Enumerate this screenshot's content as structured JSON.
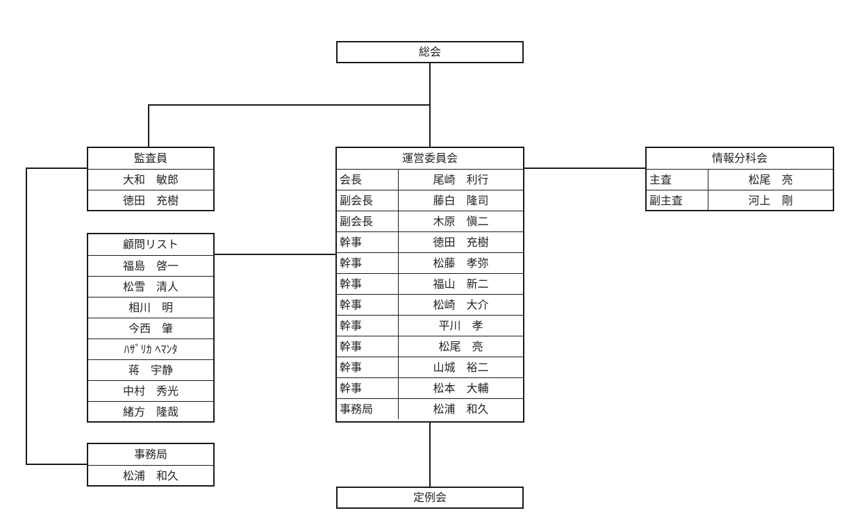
{
  "general_assembly": {
    "title": "総会"
  },
  "auditor": {
    "title": "監査員",
    "members": [
      "大和　敏郎",
      "徳田　充樹"
    ]
  },
  "advisors": {
    "title": "顧問リスト",
    "members": [
      "福島　啓一",
      "松雪　清人",
      "相川　明",
      "今西　肇",
      "ﾊｻﾞﾘｶ ﾍﾏﾝﾀ",
      "蒋　宇静",
      "中村　秀光",
      "緒方　隆哉"
    ]
  },
  "secretariat_left": {
    "title": "事務局",
    "members": [
      "松浦　和久"
    ]
  },
  "steering_committee": {
    "title": "運営委員会",
    "rows": [
      {
        "role": "会長",
        "name": "尾崎　利行"
      },
      {
        "role": "副会長",
        "name": "藤白　隆司"
      },
      {
        "role": "副会長",
        "name": "木原　愼二"
      },
      {
        "role": "幹事",
        "name": "徳田　充樹"
      },
      {
        "role": "幹事",
        "name": "松藤　孝弥"
      },
      {
        "role": "幹事",
        "name": "福山　新二"
      },
      {
        "role": "幹事",
        "name": "松崎　大介"
      },
      {
        "role": "幹事",
        "name": "平川　孝"
      },
      {
        "role": "幹事",
        "name": "松尾　亮"
      },
      {
        "role": "幹事",
        "name": "山城　裕二"
      },
      {
        "role": "幹事",
        "name": "松本　大輔"
      },
      {
        "role": "事務局",
        "name": "松浦　和久"
      }
    ]
  },
  "info_subcommittee": {
    "title": "情報分科会",
    "rows": [
      {
        "role": "主査",
        "name": "松尾　亮"
      },
      {
        "role": "副主査",
        "name": "河上　剛"
      }
    ]
  },
  "regular_meeting": {
    "title": "定例会"
  }
}
